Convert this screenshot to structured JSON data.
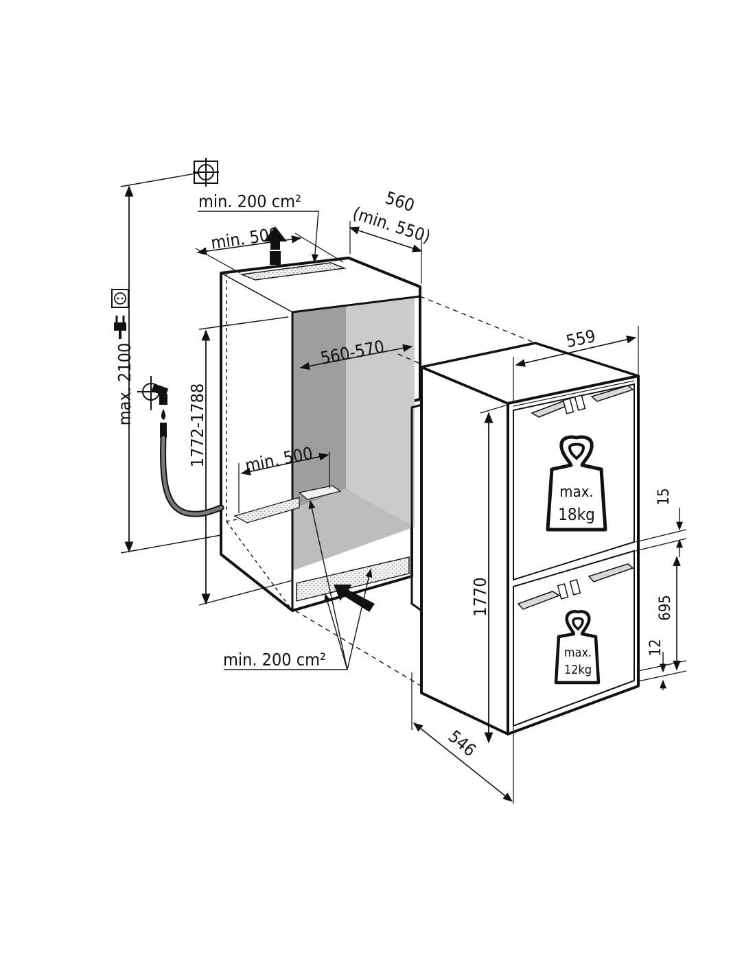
{
  "diagram": {
    "niche": {
      "top_vent_area": "min. 200 cm²",
      "top_vent_length": "min. 500",
      "depth_main": "560",
      "depth_min": "(min. 550)",
      "inner_width": "560-570",
      "height_range": "1772-1788",
      "max_height": "max. 2100",
      "bottom_vent_length": "min. 500",
      "bottom_vent_area": "min. 200 cm²"
    },
    "appliance": {
      "width": "559",
      "height": "1770",
      "depth": "546",
      "gap_top": "15",
      "door_height": "695",
      "gap_bottom": "12",
      "upper_load_label": "max.",
      "upper_load_value": "18kg",
      "lower_load_label": "max.",
      "lower_load_value": "12kg"
    },
    "icons": [
      "water-connection-icon",
      "socket-icon",
      "plug-icon",
      "water-tap-icon"
    ]
  },
  "colors": {
    "line": "#111111",
    "niche_back_wall": "#a8a8a8",
    "niche_side_wall": "#cfcfcf",
    "niche_floor": "#bdbdbd",
    "hose": "#555555"
  }
}
